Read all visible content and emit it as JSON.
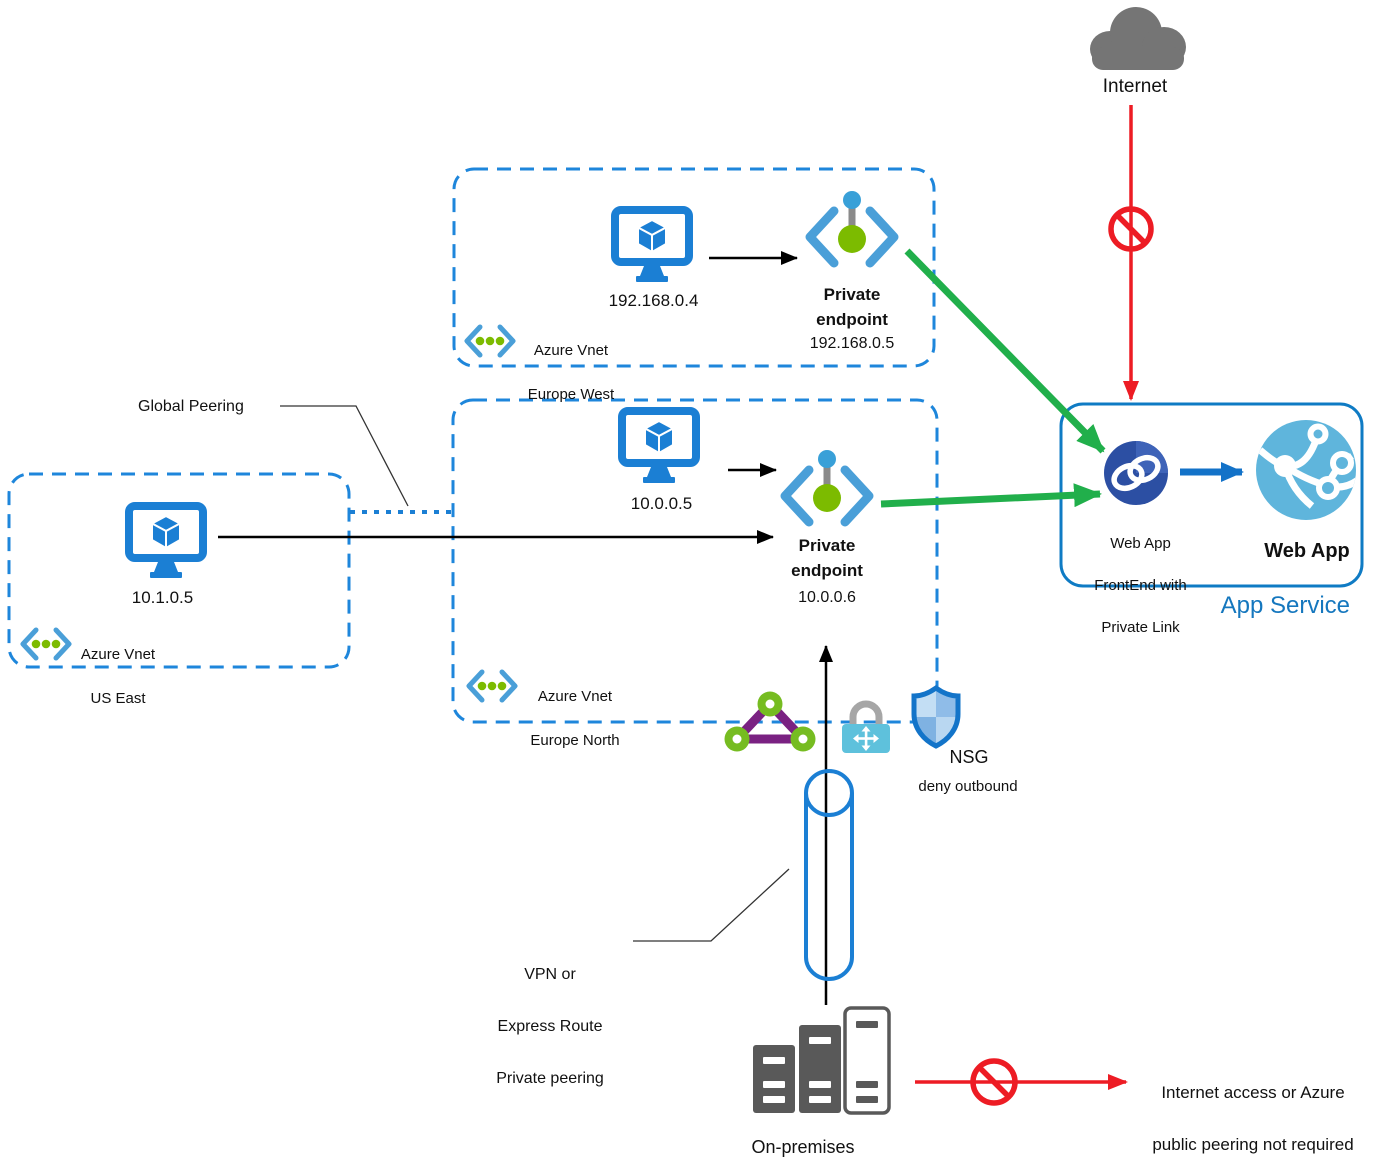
{
  "labels": {
    "internet": "Internet",
    "global_peering": "Global Peering",
    "nsg": "NSG",
    "nsg_mode": "deny outbound",
    "vpn_line1": "VPN or",
    "vpn_line2": "Express Route",
    "vpn_line3": "Private peering",
    "on_premises": "On-premises",
    "no_access_line1": "Internet access or Azure",
    "no_access_line2": "public peering not required"
  },
  "vnets": {
    "europe_west": {
      "name": "Azure Vnet",
      "region": "Europe West",
      "vm_ip": "192.168.0.4",
      "endpoint_label": "Private endpoint",
      "endpoint_ip": "192.168.0.5"
    },
    "europe_north": {
      "name": "Azure Vnet",
      "region": "Europe North",
      "vm_ip": "10.0.0.5",
      "endpoint_label": "Private endpoint",
      "endpoint_ip": "10.0.0.6"
    },
    "us_east": {
      "name": "Azure Vnet",
      "region": "US East",
      "vm_ip": "10.1.0.5"
    }
  },
  "app_service": {
    "title": "App Service",
    "web_app": "Web App",
    "frontend_line1": "Web App",
    "frontend_line2": "FrontEnd with",
    "frontend_line3": "Private Link"
  },
  "icons": {
    "internet_cloud": "internet-cloud-icon",
    "virtual_machine": "vm-icon",
    "private_endpoint": "private-endpoint-icon",
    "virtual_network": "vnet-icon",
    "private_link": "private-link-icon",
    "web_app_globe": "web-app-globe-icon",
    "network_triangle": "network-topology-icon",
    "routing_lock": "routing-lock-icon",
    "nsg_shield": "nsg-shield-icon",
    "vpn_tunnel": "vpn-tunnel-cylinder-icon",
    "on_premises_servers": "on-premises-servers-icon",
    "prohibited": "prohibition-icon"
  },
  "colors": {
    "azure_blue": "#1B7FD4",
    "vnet_border": "#1E86DB",
    "bracket_blue": "#4A9FD8",
    "green_dot": "#7CBB00",
    "green_arrow": "#21AF4B",
    "red": "#ED1C24",
    "purple": "#7A2182",
    "cloud_gray": "#757575",
    "server_gray": "#595959",
    "private_link_blue": "#2C4FA3",
    "web_app_blue": "#5FB5DC",
    "app_service_text": "#1577BE",
    "shield_border": "#1374C9",
    "lock_body": "#5EC1DC",
    "blue_arrow": "#1372C8"
  }
}
